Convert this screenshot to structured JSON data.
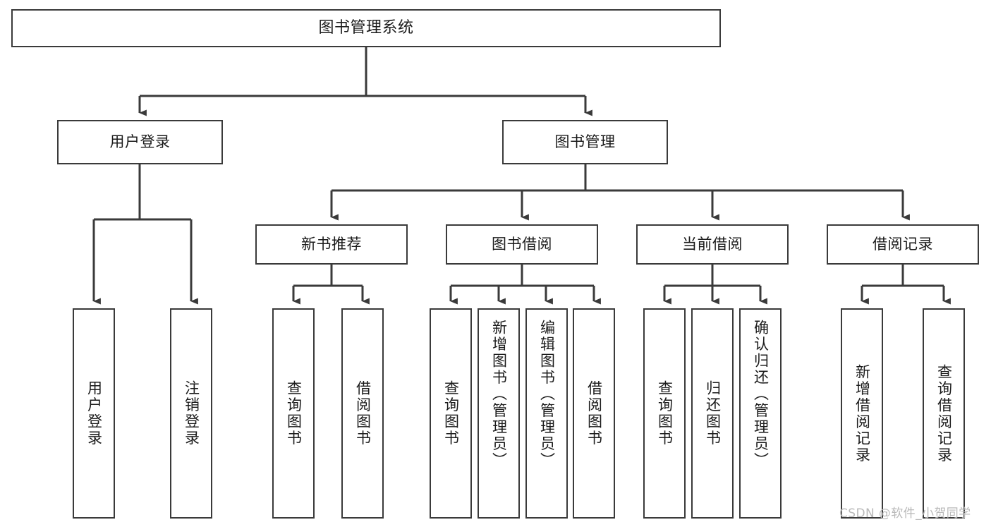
{
  "diagram": {
    "title": "图书管理系统",
    "watermark": "CSDN @软件_小贺同学",
    "line_color": "#3a3a3a",
    "box_fill": "#ffffff",
    "text_color": "#1b1b1b",
    "watermark_color": "#b9b9b9"
  },
  "nodes": {
    "root": {
      "label": "图书管理系统",
      "level": 1
    },
    "l2": [
      {
        "id": "user-login",
        "label": "用户登录",
        "level": 2
      },
      {
        "id": "book-manage",
        "label": "图书管理",
        "level": 2
      }
    ],
    "l3": [
      {
        "id": "new-book-rec",
        "label": "新书推荐",
        "level": 3,
        "parent": "book-manage"
      },
      {
        "id": "book-borrow",
        "label": "图书借阅",
        "level": 3,
        "parent": "book-manage"
      },
      {
        "id": "current-borrow",
        "label": "当前借阅",
        "level": 3,
        "parent": "book-manage"
      },
      {
        "id": "borrow-record",
        "label": "借阅记录",
        "level": 3,
        "parent": "book-manage"
      }
    ],
    "leaves": [
      {
        "id": "leaf-user-login",
        "label": "用户登录",
        "parent": "user-login"
      },
      {
        "id": "leaf-user-logout",
        "label": "注销登录",
        "parent": "user-login"
      },
      {
        "id": "leaf-rec-query-book",
        "label": "查询图书",
        "parent": "new-book-rec"
      },
      {
        "id": "leaf-rec-borrow-book",
        "label": "借阅图书",
        "parent": "new-book-rec"
      },
      {
        "id": "leaf-borrow-query-book",
        "label": "查询图书",
        "parent": "book-borrow"
      },
      {
        "id": "leaf-borrow-add-book",
        "label": "新增图书（管理员）",
        "parent": "book-borrow"
      },
      {
        "id": "leaf-borrow-edit-book",
        "label": "编辑图书（管理员）",
        "parent": "book-borrow"
      },
      {
        "id": "leaf-borrow-borrow-book",
        "label": "借阅图书",
        "parent": "book-borrow"
      },
      {
        "id": "leaf-cur-query-book",
        "label": "查询图书",
        "parent": "current-borrow"
      },
      {
        "id": "leaf-cur-return-book",
        "label": "归还图书",
        "parent": "current-borrow"
      },
      {
        "id": "leaf-cur-confirm-return",
        "label": "确认归还（管理员）",
        "parent": "current-borrow"
      },
      {
        "id": "leaf-rec-add-record",
        "label": "新增借阅记录",
        "parent": "borrow-record"
      },
      {
        "id": "leaf-rec-query-record",
        "label": "查询借阅记录",
        "parent": "borrow-record"
      }
    ]
  }
}
